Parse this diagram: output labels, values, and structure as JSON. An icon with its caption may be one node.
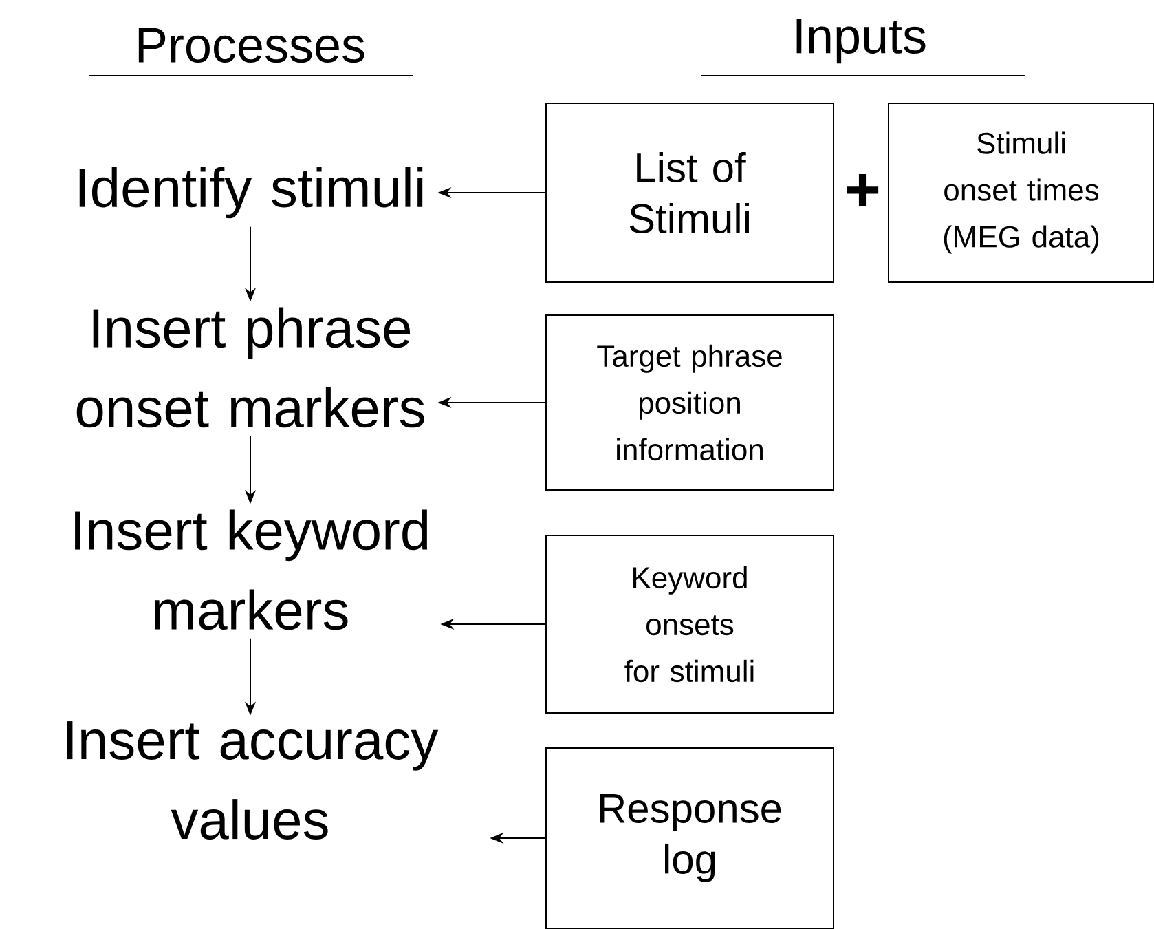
{
  "diagram": {
    "nodes": [
      {
        "text": [
          "Identify stimuli"
        ]
      },
      {
        "text": [
          "Insert phrase onset markers"
        ]
      },
      {
        "text": [
          "Insert keyword markers"
        ]
      },
      {
        "text": [
          "Insert accuracy values"
        ]
      },
      {
        "text": [
          "List of Stimuli"
        ]
      },
      {
        "text": [
          "Stimuli onset times (MEG data)"
        ]
      },
      {
        "text": [
          "Target phrase position information"
        ]
      },
      {
        "text": [
          "Keyword onsets for stimuli"
        ]
      },
      {
        "text": [
          "Response log"
        ]
      }
    ],
    "edges": [
      {
        "from": 4,
        "to": 0,
        "arrow": "to"
      },
      {
        "from": 0,
        "to": 1,
        "arrow": "to"
      },
      {
        "from": 6,
        "to": 1,
        "arrow": "to"
      },
      {
        "from": 1,
        "to": 2,
        "arrow": "to"
      },
      {
        "from": 7,
        "to": 2,
        "arrow": "to"
      },
      {
        "from": 2,
        "to": 3,
        "arrow": "to"
      },
      {
        "from": 8,
        "to": 3,
        "arrow": "to"
      }
    ],
    "labels": [
      "Processes",
      "Inputs",
      "+"
    ]
  }
}
